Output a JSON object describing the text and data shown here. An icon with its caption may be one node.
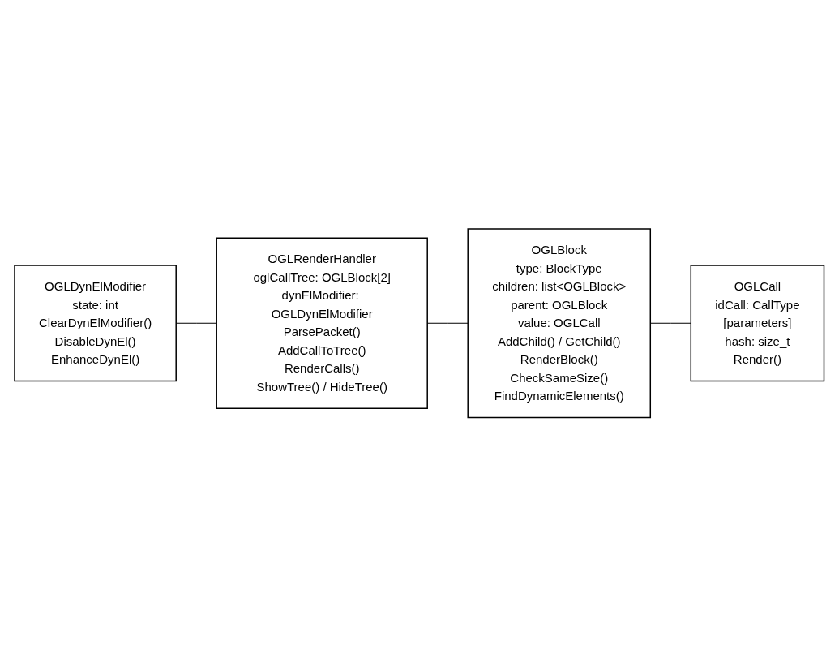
{
  "diagram": {
    "nodes": [
      {
        "text": [
          "OGLDynElModifier",
          "state: int",
          "ClearDynElModifier()",
          "DisableDynEl()",
          "EnhanceDynEl()"
        ]
      },
      {
        "text": [
          "OGLRenderHandler",
          "oglCallTree: OGLBlock[2]",
          "dynElModifier: OGLDynElModifier",
          "ParsePacket()",
          "AddCallToTree()",
          "RenderCalls()",
          "ShowTree() / HideTree()"
        ]
      },
      {
        "text": [
          "OGLBlock",
          "type: BlockType",
          "children: list<OGLBlock>",
          "parent: OGLBlock",
          "value: OGLCall",
          "AddChild() / GetChild()",
          "RenderBlock()",
          "CheckSameSize()",
          "FindDynamicElements()"
        ]
      },
      {
        "text": [
          "OGLCall",
          "idCall: CallType",
          "[parameters]",
          "hash: size_t",
          "Render()"
        ]
      }
    ],
    "edges": [
      {
        "from": 0,
        "to": 1,
        "arrow": "none"
      },
      {
        "from": 1,
        "to": 2,
        "arrow": "none"
      },
      {
        "from": 2,
        "to": 3,
        "arrow": "none"
      }
    ]
  }
}
